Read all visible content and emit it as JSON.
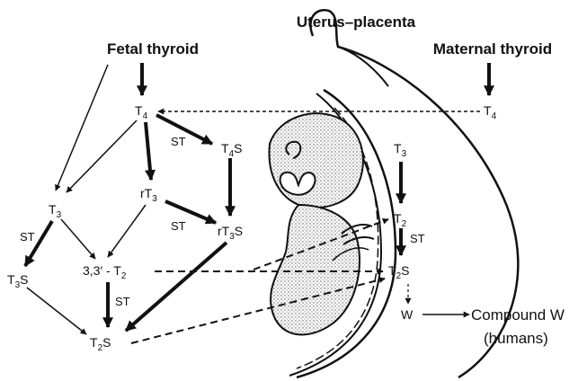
{
  "headers": {
    "uterus_placenta": "Uterus–placenta",
    "fetal_thyroid": "Fetal thyroid",
    "maternal_thyroid": "Maternal thyroid"
  },
  "nodes": {
    "fetal_t4": {
      "main": "T",
      "sub": "4",
      "suffix": ""
    },
    "maternal_t4": {
      "main": "T",
      "sub": "4",
      "suffix": ""
    },
    "t4s": {
      "main": "T",
      "sub": "4",
      "suffix": "S"
    },
    "t3": {
      "main": "T",
      "sub": "3",
      "suffix": ""
    },
    "rt3": {
      "main": "rT",
      "sub": "3",
      "suffix": ""
    },
    "rt3s": {
      "main": "rT",
      "sub": "3",
      "suffix": "S"
    },
    "t3s": {
      "main": "T",
      "sub": "3",
      "suffix": "S"
    },
    "t2_33": {
      "main": "3,3′ - T",
      "sub": "2",
      "suffix": ""
    },
    "fetal_t2s": {
      "main": "T",
      "sub": "2",
      "suffix": "S"
    },
    "placental_t3": {
      "main": "T",
      "sub": "3",
      "suffix": ""
    },
    "placental_t2": {
      "main": "T",
      "sub": "2",
      "suffix": ""
    },
    "placental_t2s": {
      "main": "T",
      "sub": "2",
      "suffix": "S"
    },
    "w": {
      "main": "W",
      "sub": "",
      "suffix": ""
    }
  },
  "st_label": "ST",
  "compound_w": {
    "line1": "Compound W",
    "line2": "(humans)"
  }
}
